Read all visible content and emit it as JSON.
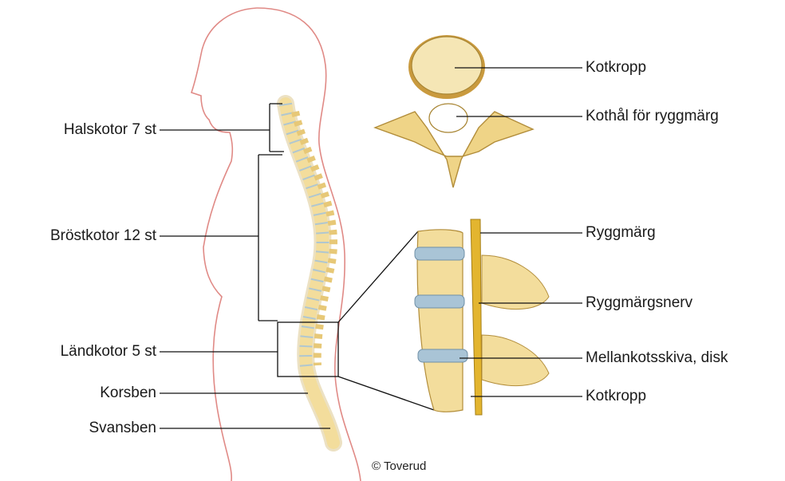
{
  "left_labels": {
    "cervical": "Halskotor 7 st",
    "thoracic": "Bröstkotor 12 st",
    "lumbar": "Ländkotor 5 st",
    "sacrum": "Korsben",
    "coccyx": "Svansben"
  },
  "top_right_labels": {
    "vertebral_body": "Kotkropp",
    "foramen": "Kothål för ryggmärg"
  },
  "lower_right_labels": {
    "spinal_cord": "Ryggmärg",
    "spinal_nerve": "Ryggmärgsnerv",
    "disc": "Mellankotsskiva, disk",
    "vertebral_body": "Kotkropp"
  },
  "credit": "© Toverud",
  "colors": {
    "bone": "#f3dd9c",
    "bone_shadow": "#c9a853",
    "disc": "#a9c4d6",
    "body_outline": "#e08a86",
    "nerve": "#e3b52f",
    "lines": "#111111"
  }
}
